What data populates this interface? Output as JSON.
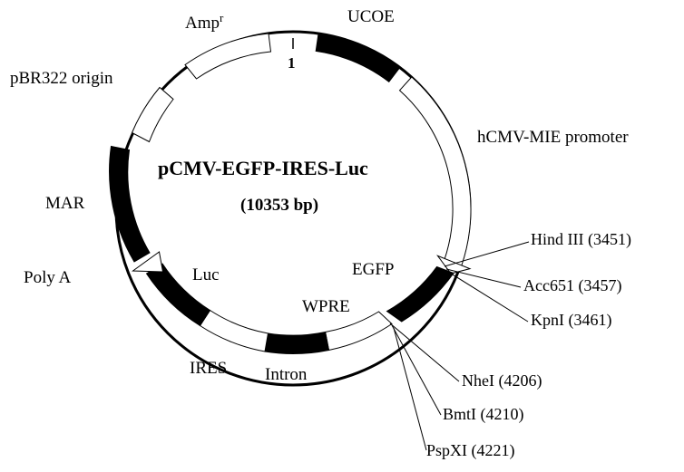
{
  "plasmid": {
    "name": "pCMV-EGFP-IRES-Luc",
    "size": "(10353 bp)",
    "origin_marker": "1"
  },
  "features": {
    "ucoe": "UCOE",
    "amp_base": "Amp",
    "amp_sup": "r",
    "pbr322": "pBR322 origin",
    "hcmv": "hCMV-MIE promoter",
    "mar": "MAR",
    "polya": "Poly A",
    "luc": "Luc",
    "egfp": "EGFP",
    "wpre": "WPRE",
    "ires": "IRES",
    "intron": "Intron"
  },
  "sites": {
    "hindiii": "Hind III (3451)",
    "acc651": "Acc651 (3457)",
    "kpni": "KpnI (3461)",
    "nhei": "NheI (4206)",
    "bmti": "BmtI (4210)",
    "pspxi": "PspXI (4221)"
  }
}
